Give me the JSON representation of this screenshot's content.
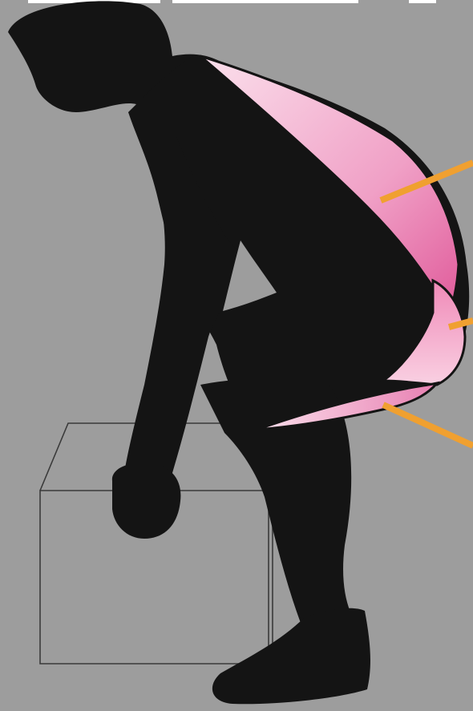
{
  "colors": {
    "background": "#9d9d9d",
    "silhouette": "#141414",
    "muscle_light": "#f8c8dc",
    "muscle_dark": "#e05a9a",
    "callout": "#f0a030",
    "box_outline": "#3a3a3a"
  },
  "figure": {
    "subject": "lifting-posture-silhouette",
    "highlighted_muscle_count": 3,
    "callout_count": 3
  }
}
